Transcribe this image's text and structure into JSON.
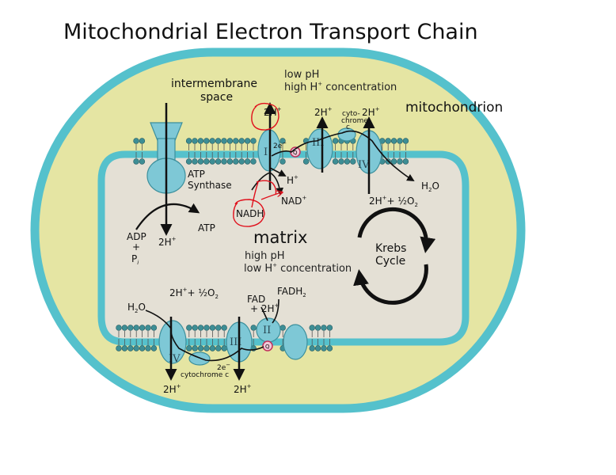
{
  "title": "Mitochondrial Electron Transport Chain",
  "regions": {
    "intermembrane_line1": "intermembrane",
    "intermembrane_line2": "space",
    "mitochondrion": "mitochondrion",
    "matrix": "matrix",
    "top_ph": "low pH",
    "top_conc_prefix": "high H",
    "top_conc_suffix": "concentration",
    "matrix_ph": "high pH",
    "matrix_conc_prefix": "low H",
    "matrix_conc_suffix": "concentration"
  },
  "atp_synthase": {
    "line1": "ATP",
    "line2": "Synthase",
    "adp": "ADP",
    "plus": "+",
    "pi": "P",
    "pi_sub": "i",
    "atp": "ATP",
    "h": "2H"
  },
  "complexes": {
    "I": "I",
    "II": "II",
    "III": "III",
    "IV": "IV",
    "Q": "Q",
    "cytochrome_top": [
      "cyto-",
      "chrome",
      "c"
    ],
    "cytochrome_bottom": "cytochrome  c"
  },
  "molecules": {
    "two_h": "2H",
    "h": "H",
    "plus_sign": "+",
    "nadh": "NADH",
    "nad": "NAD",
    "two_e": "2e",
    "minus_sign": "−",
    "water": "H",
    "water_sub": "2",
    "water_suffix": "O",
    "half_o2_prefix": "2H",
    "half_o2_suffix": "+ ½O",
    "half_o2_sub": "2",
    "fad": "FAD",
    "fad_plus": "+ 2H",
    "fadh": "FADH",
    "fadh_sub": "2"
  },
  "krebs": {
    "line1": "Krebs",
    "line2": "Cycle"
  },
  "colors": {
    "outer_membrane": "#55c1cc",
    "intermembrane_fill": "#e5e5a3",
    "matrix_fill": "#e4e0d5",
    "lipid_head": "#3d8e95",
    "protein_fill": "#7ec8d6",
    "protein_stroke": "#3c8f9c",
    "annotation": "#e0101c"
  }
}
